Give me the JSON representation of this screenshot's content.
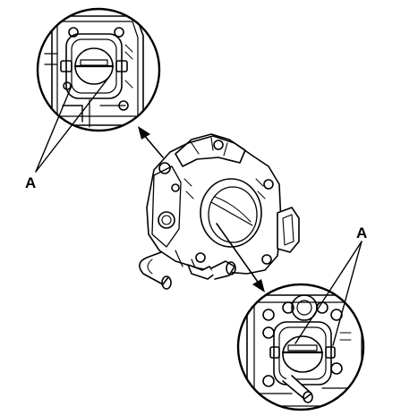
{
  "figure": {
    "callouts": [
      {
        "id": "upper-left-detail",
        "label": "A"
      },
      {
        "id": "lower-right-detail",
        "label": "A"
      }
    ]
  },
  "colors": {
    "ink": "#000000",
    "background": "#ffffff"
  }
}
